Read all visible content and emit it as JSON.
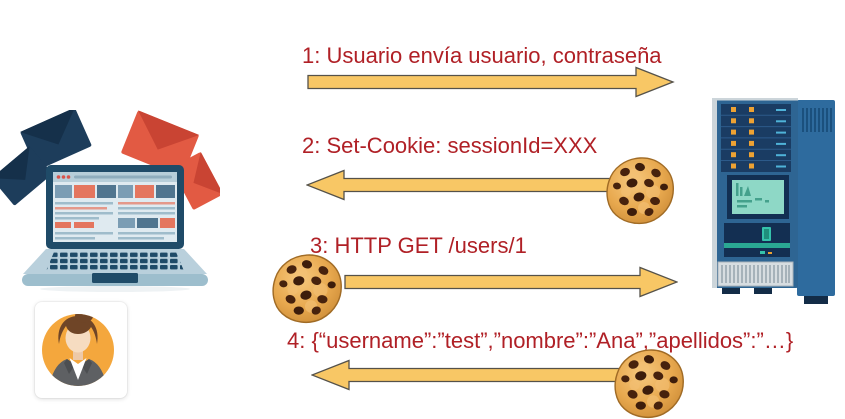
{
  "diagram": {
    "type": "sequence-flow",
    "actors": {
      "client": {
        "icon": "laptop-with-emails-illustration"
      },
      "user": {
        "icon": "user-avatar"
      },
      "server": {
        "icon": "server-tower-icon"
      }
    },
    "messages": [
      {
        "id": 1,
        "label": "1: Usuario envía usuario, contraseña",
        "direction": "right",
        "cookie": "none"
      },
      {
        "id": 2,
        "label": "2: Set-Cookie: sessionId=XXX",
        "direction": "left",
        "cookie": "right-end"
      },
      {
        "id": 3,
        "label": "3: HTTP GET /users/1",
        "direction": "right",
        "cookie": "left-end"
      },
      {
        "id": 4,
        "label": "4: {“username”:”test”,”nombre”:”Ana”,”apellidos”:”…}",
        "direction": "left",
        "cookie": "right-end"
      }
    ],
    "icons": {
      "cookie": "cookie-icon"
    },
    "colors": {
      "message_text": "#b02026",
      "arrow_fill": "#f8c765",
      "arrow_stroke": "#55524a",
      "cookie_base": "#e8a94f",
      "avatar_background": "#f4a73d",
      "server_blue": "#2e6593",
      "laptop_frame": "#1f4b68"
    }
  }
}
